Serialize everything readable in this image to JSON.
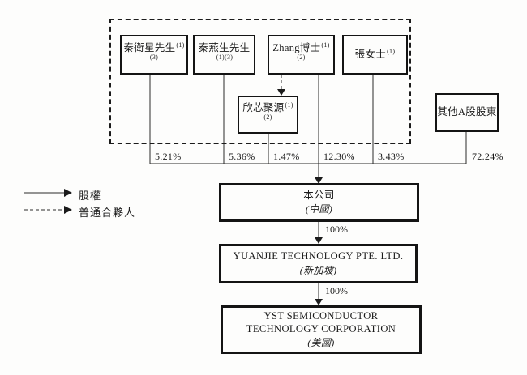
{
  "diagram": {
    "title_hint": "shareholding-structure-chart",
    "colors": {
      "line": "#2a2a2a",
      "box_border": "#141414",
      "background": "#fdfdfc"
    },
    "legend": {
      "equity_label": "股權",
      "general_partner_label": "普通合夥人"
    },
    "shareholders": {
      "qin_weixing": {
        "name": "秦衛星先生",
        "note": "(1)(3)",
        "pct": "5.21%"
      },
      "qin_yansheng": {
        "name": "秦燕生先生",
        "note": "(1)(3)",
        "pct": "5.36%"
      },
      "zhang_dr": {
        "name": "Zhang博士",
        "note": "(1)(2)",
        "pct": "12.30%"
      },
      "ms_zhang": {
        "name": "張女士",
        "note": "(1)",
        "pct": "3.43%"
      },
      "xinxin_juyuan": {
        "name": "欣芯聚源",
        "note": "(1)(2)",
        "pct": "1.47%"
      },
      "other_a_share": {
        "name": "其他A股股東",
        "pct": "72.24%"
      }
    },
    "companies": {
      "listco": {
        "name": "本公司",
        "location": "(中國)"
      },
      "yuanjie": {
        "name": "YUANJIE TECHNOLOGY PTE. LTD.",
        "location": "(新加坡)",
        "ownership_from_parent": "100%"
      },
      "yst": {
        "name_line1": "YST SEMICONDUCTOR",
        "name_line2": "TECHNOLOGY CORPORATION",
        "location": "(美國)",
        "ownership_from_parent": "100%"
      }
    }
  }
}
